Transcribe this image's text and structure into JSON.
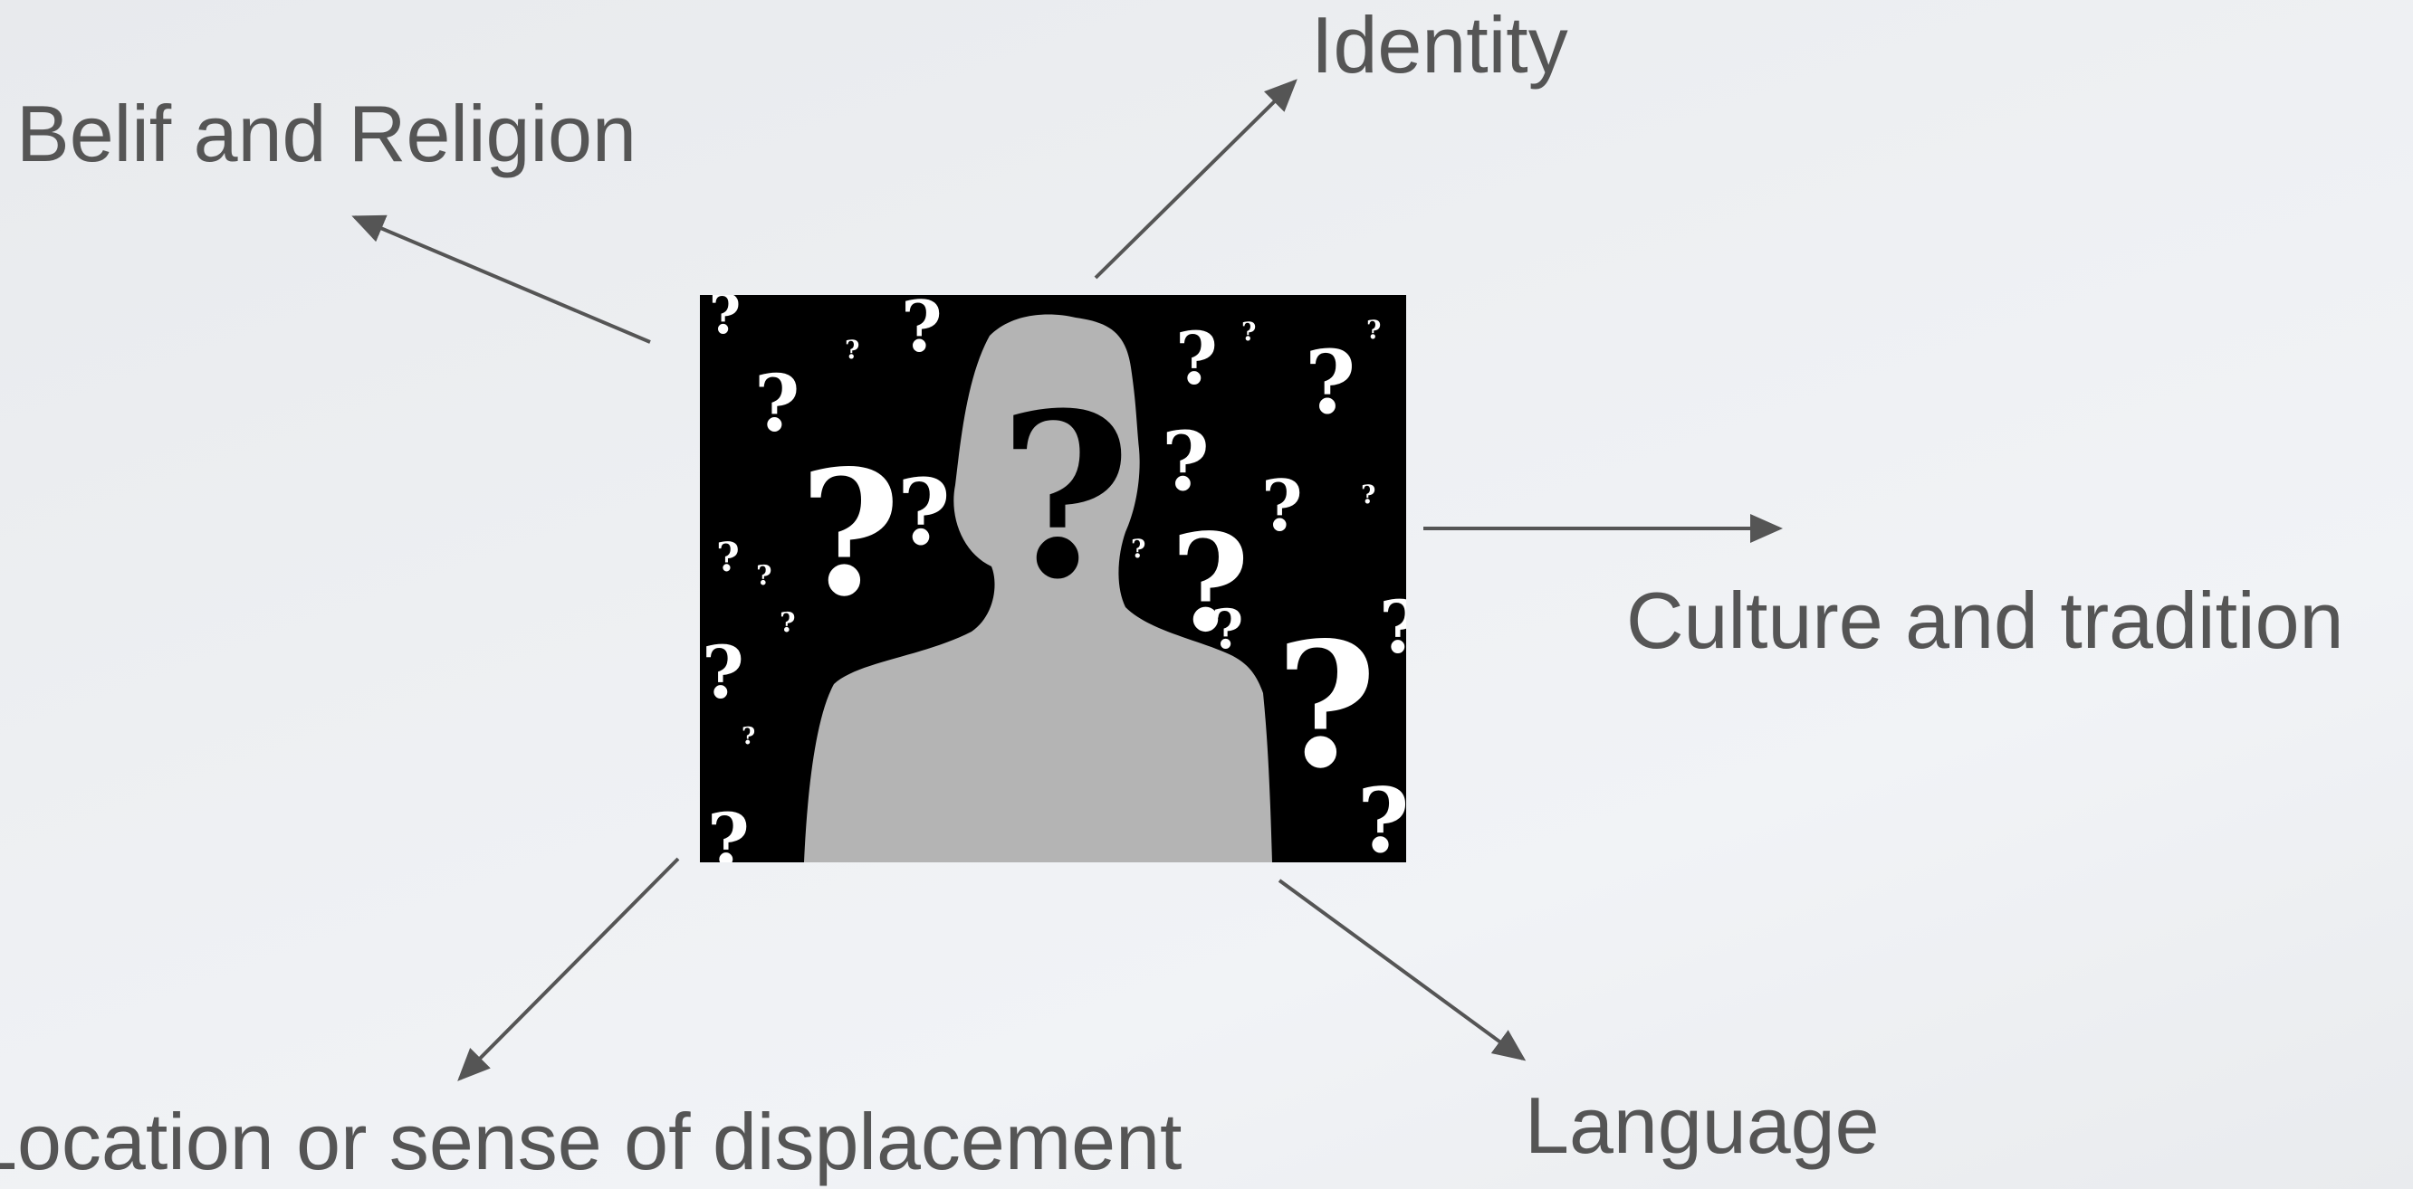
{
  "slide": {
    "center_image": {
      "icon": "anonymous-person-question-marks",
      "background_color": "#000000",
      "silhouette_color": "#b4b4b4"
    },
    "labels": {
      "identity": "Identity",
      "belief": "Belif and Religion",
      "culture": "Culture and tradition",
      "location": "Location or sense of displacement",
      "language": "Language"
    },
    "colors": {
      "text": "#555555",
      "arrow": "#555555",
      "background": "#eceef1"
    }
  }
}
